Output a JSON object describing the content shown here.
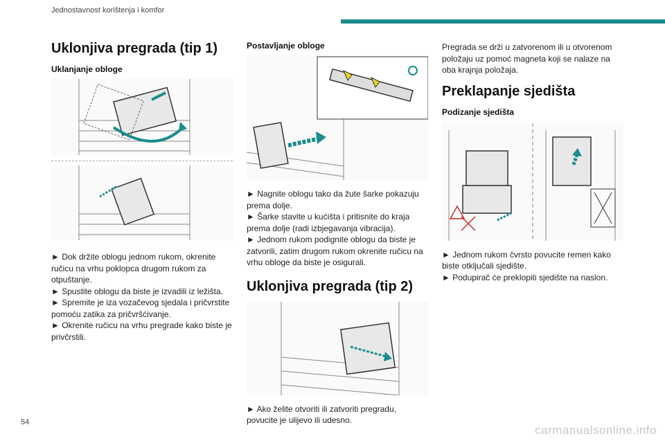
{
  "header": {
    "running_title": "Jednostavnost korištenja i komfor",
    "accent_color": "#1a8c8c"
  },
  "col1": {
    "title": "Uklonjiva pregrada (tip 1)",
    "subtitle": "Uklanjanje obloge",
    "instructions": "► Dok držite oblogu jednom rukom, okrenite ručicu na vrhu poklopca drugom rukom za otpuštanje.\n► Spustite oblogu da biste je izvadili iz ležišta.\n► Spremite je iza vozačevog sjedala i pričvrstite pomoću zatika za pričvršćivanje.\n► Okrenite ručicu na vrhu pregrade kako biste je privčrstili."
  },
  "col2": {
    "subtitle": "Postavljanje obloge",
    "instructions": "► Nagnite oblogu tako da žute šarke pokazuju prema dolje.\n► Šarke stavite u kućišta i pritisnite do kraja prema dolje (radi izbjegavanja vibracija).\n► Jednom rukom podignite oblogu da biste je zatvorili, zatim drugom rukom okrenite ručicu na vrhu obloge da biste je osigurali.",
    "title2": "Uklonjiva pregrada (tip 2)",
    "instructions2": "► Ako želite otvoriti ili zatvoriti pregradu, povucite je ulijevo ili udesno."
  },
  "col3": {
    "intro": "Pregrada se drži u zatvorenom ili u otvorenom položaju uz pomoć magneta koji se nalaze na oba krajnja položaja.",
    "title": "Preklapanje sjedišta",
    "subtitle": "Podizanje sjedišta",
    "instructions": "► Jednom rukom čvrsto povucite remen kako biste otključali sjedište.\n► Podupirač će preklopiti sjedište na naslon."
  },
  "footer": {
    "page_number": "54",
    "watermark": "carmanualsonline.info"
  }
}
